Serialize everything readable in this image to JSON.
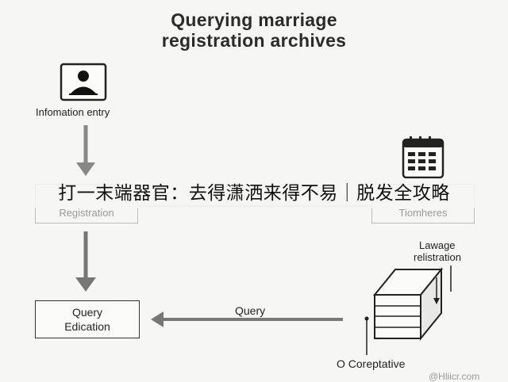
{
  "diagram": {
    "title_line1": "Querying marriage",
    "title_line2": "registration archives",
    "info_entry_label": "Infomation entry",
    "registration_box": "Registration",
    "timeline_box": "Tiomheres",
    "query_box_line1": "Query",
    "query_box_line2": "Edication",
    "query_arrow_label": "Query",
    "lawage_line1": "Lawage",
    "lawage_line2": "relistration",
    "cooperative_label": "O Coreptative",
    "watermark": "@Hliicr.com",
    "icons": {
      "person": "person-id-icon",
      "calendar": "calendar-grid-icon",
      "server": "server-stack-icon"
    }
  },
  "overlay": {
    "headline": "打一末端器官：去得潇洒来得不易｜脱发全攻略"
  },
  "colors": {
    "arrow": "#6f6f6f",
    "box_border": "#333333"
  }
}
